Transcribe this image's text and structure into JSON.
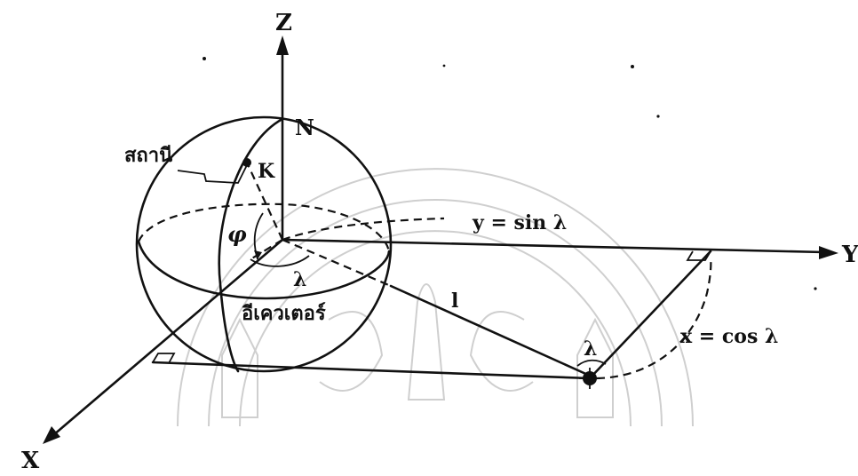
{
  "labels": {
    "z_axis": "Z",
    "y_axis": "Y",
    "x_axis": "X",
    "north": "N",
    "station_point": "K",
    "station": "สถานี",
    "equator": "อีเควเตอร์",
    "latitude": "φ",
    "longitude": "λ",
    "projection_angle": "λ",
    "y_component": "y = sin λ",
    "x_component": "x = cos λ",
    "unit_length": "l"
  },
  "colors": {
    "ink": "#111111",
    "watermark": "#cfcfcf",
    "background": "#ffffff"
  },
  "watermark_icon": "university-emblem-watermark"
}
